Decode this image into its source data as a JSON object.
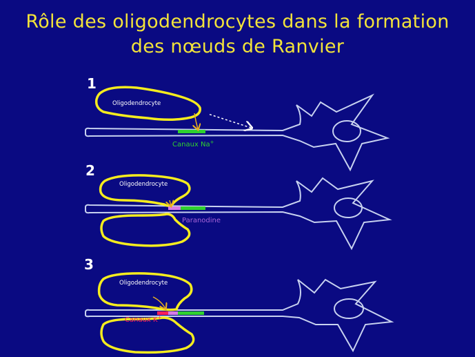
{
  "title": {
    "line1": "Rôle des oligodendrocytes dans la formation",
    "line2": "des nœuds de Ranvier"
  },
  "colors": {
    "background": "#0a0a82",
    "title": "#f2e33a",
    "neuron_outline": "#c8d2f0",
    "oligodendrocyte": "#f5ec1e",
    "na_channel": "#2fd12f",
    "paranodine": "#d77be6",
    "k_channel": "#ff1f5a",
    "arrow": "#e8b020",
    "dashed_arrow": "#ffffff"
  },
  "steps": [
    {
      "number": "1",
      "oligodendrocyte_label": "Oligodendrocyte",
      "channel_label": "Canaux Na",
      "channel_label_sup": "+"
    },
    {
      "number": "2",
      "oligodendrocyte_label": "Oligodendrocyte",
      "channel_label": "Paranodine"
    },
    {
      "number": "3",
      "oligodendrocyte_label": "Oligodendrocyte",
      "channel_label": "Canaux K",
      "channel_label_sup": "+"
    }
  ]
}
